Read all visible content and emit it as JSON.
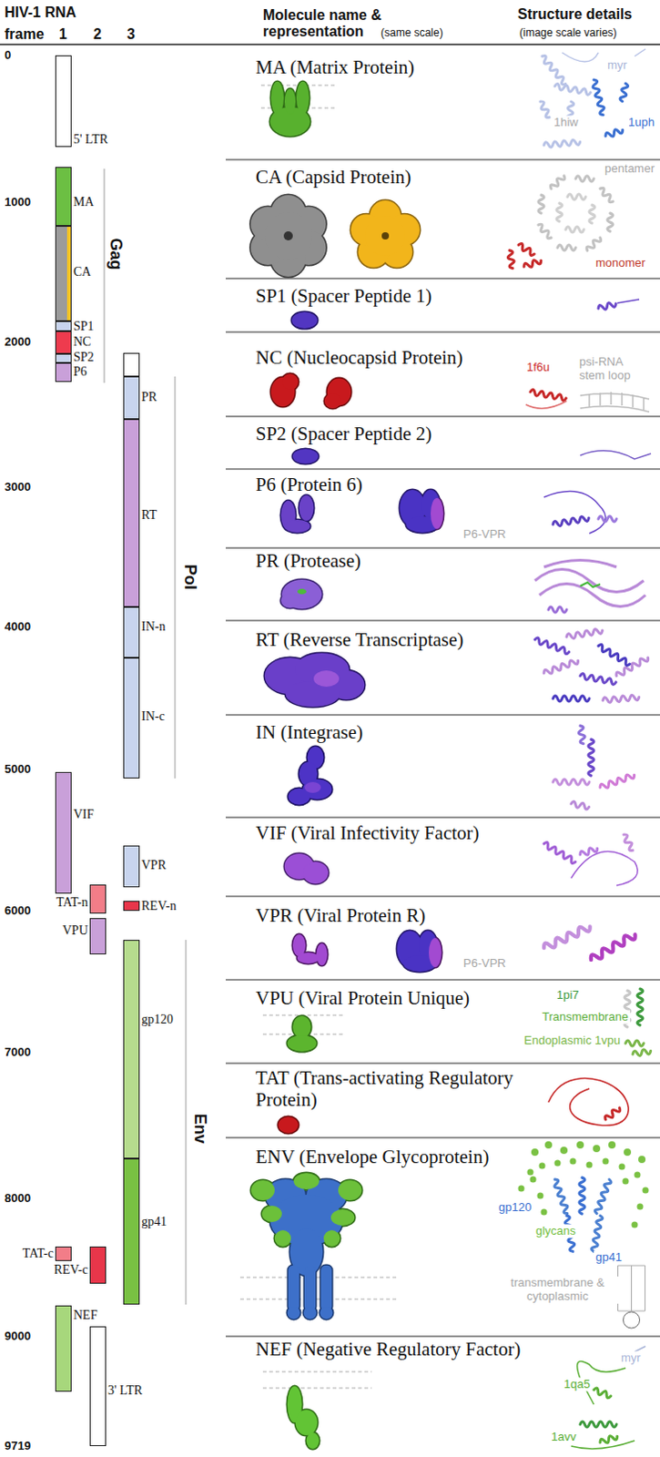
{
  "diagram": {
    "nodes": [
      {
        "text": [
          "5' LTR"
        ]
      },
      {
        "text": [
          "MA"
        ]
      },
      {
        "text": [
          "CA"
        ]
      },
      {
        "text": [
          "SP1"
        ]
      },
      {
        "text": [
          "NC"
        ]
      },
      {
        "text": [
          "SP2"
        ]
      },
      {
        "text": [
          "P6"
        ]
      },
      {
        "text": [
          "PR"
        ]
      },
      {
        "text": [
          "RT"
        ]
      },
      {
        "text": [
          "IN-n"
        ]
      },
      {
        "text": [
          "IN-c"
        ]
      },
      {
        "text": [
          "VIF"
        ]
      },
      {
        "text": [
          "VPR"
        ]
      },
      {
        "text": [
          "TAT-n"
        ]
      },
      {
        "text": [
          "REV-n"
        ]
      },
      {
        "text": [
          "VPU"
        ]
      },
      {
        "text": [
          "gp120"
        ]
      },
      {
        "text": [
          "gp41"
        ]
      },
      {
        "text": [
          "TAT-c"
        ]
      },
      {
        "text": [
          "REV-c"
        ]
      },
      {
        "text": [
          "NEF"
        ]
      },
      {
        "text": [
          "3' LTR"
        ]
      }
    ],
    "labels": [
      "HIV-1 RNA",
      "frame",
      "1",
      "2",
      "3",
      "Molecule name & representation",
      "(same scale)",
      "Structure details",
      "(image scale varies)",
      "0",
      "1000",
      "2000",
      "3000",
      "4000",
      "5000",
      "6000",
      "7000",
      "8000",
      "9000",
      "9719",
      "Gag",
      "Pol",
      "Env",
      "MA (Matrix Protein)",
      "myr",
      "1hiw",
      "1uph",
      "CA (Capsid Protein)",
      "pentamer",
      "monomer",
      "SP1 (Spacer Peptide 1)",
      "NC (Nucleocapsid Protein)",
      "1f6u",
      "psi-RNA stem loop",
      "SP2 (Spacer Peptide 2)",
      "P6 (Protein 6)",
      "P6-VPR",
      "PR (Protease)",
      "RT (Reverse Transcriptase)",
      "IN (Integrase)",
      "VIF (Viral Infectivity Factor)",
      "VPR (Viral Protein R)",
      "P6-VPR",
      "VPU (Viral Protein Unique)",
      "1pi7",
      "Transmembrane",
      "Endoplasmic 1vpu",
      "TAT (Trans-activating Regulatory Protein)",
      "ENV (Envelope Glycoprotein)",
      "gp120",
      "glycans",
      "gp41",
      "transmembrane & cytoplasmic",
      "NEF (Negative Regulatory Factor)",
      "myr",
      "1qa5",
      "1avv"
    ]
  }
}
